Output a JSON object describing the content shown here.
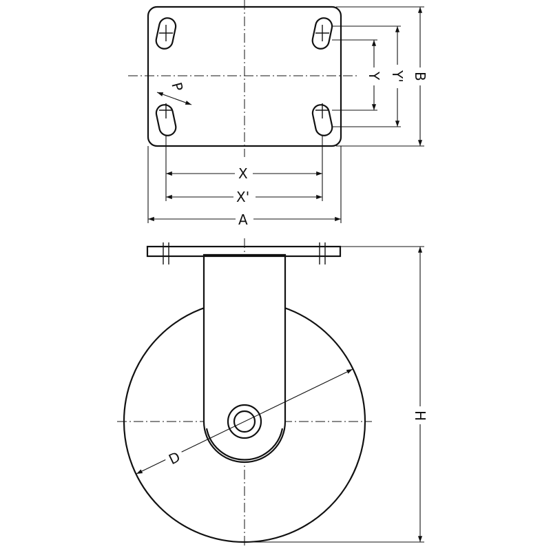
{
  "diagram": {
    "top_view": {
      "labels": {
        "p": "P",
        "y": "Y",
        "y_prime": "Y'",
        "b": "B",
        "x": "X",
        "x_prime": "X'",
        "a": "A"
      }
    },
    "side_view": {
      "labels": {
        "h": "H",
        "d": "D"
      }
    }
  }
}
